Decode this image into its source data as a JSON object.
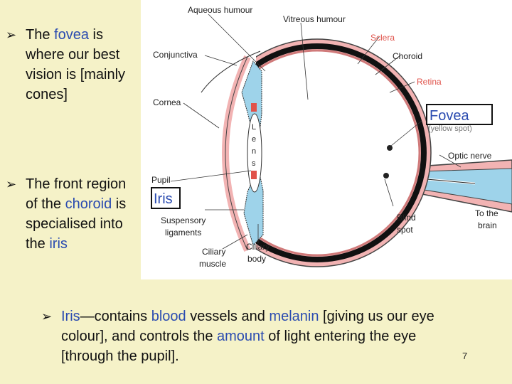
{
  "bullets": {
    "b1": {
      "p1": "The ",
      "h1": "fovea",
      "p2": " is where our best vision is [mainly cones]"
    },
    "b2": {
      "p1": "The front region of the ",
      "h1": "choroid",
      "p2": " is specialised into the ",
      "h2": "iris"
    },
    "b3": {
      "h1": "Iris",
      "p1": "—contains ",
      "h2": "blood",
      "p2": " vessels and ",
      "h3": "melanin",
      "p3": " [giving us our eye colour], and controls the ",
      "h4": "amount",
      "p4": " of light entering the eye [through the pupil]."
    }
  },
  "diagram": {
    "labels": {
      "aqueous": "Aqueous humour",
      "vitreous": "Vitreous humour",
      "sclera": "Sclera",
      "choroid": "Choroid",
      "retina": "Retina",
      "conjunctiva": "Conjunctiva",
      "cornea": "Cornea",
      "fovea": "Fovea",
      "yellow_spot": "(yellow spot)",
      "optic_nerve": "Optic nerve",
      "pupil": "Pupil",
      "iris": "Iris",
      "suspensory_1": "Suspensory",
      "suspensory_2": "ligaments",
      "blind_1": "Blind",
      "blind_2": "spot",
      "brain_1": "To the",
      "brain_2": "brain",
      "ciliary_muscle_1": "Ciliary",
      "ciliary_muscle_2": "muscle",
      "ciliary_body_1": "Ciliary",
      "ciliary_body_2": "body",
      "lens_letters": [
        "L",
        "e",
        "n",
        "s"
      ]
    },
    "colors": {
      "label_red": "#e0524a",
      "sclera": "#f2b3b3",
      "choroid": "#111111",
      "blue": "#9ed3ea"
    }
  },
  "page_number": "7"
}
